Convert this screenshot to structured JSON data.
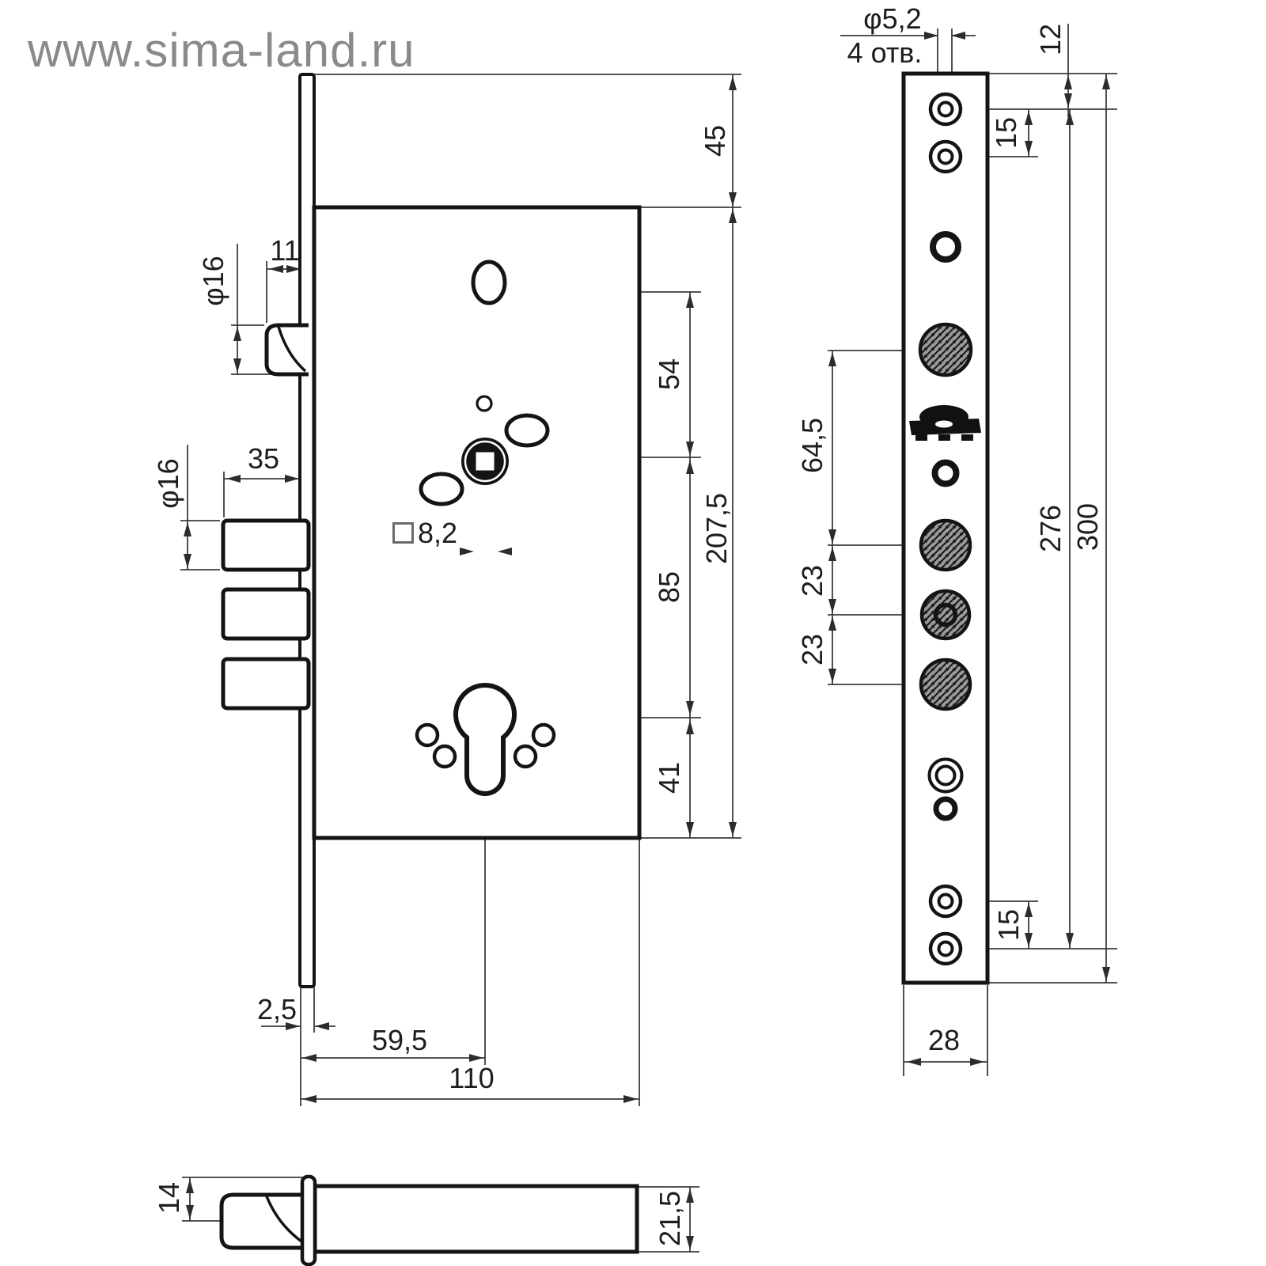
{
  "watermark": "www.sima-land.ru",
  "drawing_title": "mortise-lock-technical-drawing",
  "dimensions": {
    "plate_top_height": "45",
    "body_height": "207,5",
    "seg_latch_to_follower": "54",
    "seg_follower_to_cylinder": "85",
    "seg_cylinder_to_bottom": "41",
    "latch_protrusion": "11",
    "latch_diameter": "φ16",
    "bolt_throw": "35",
    "bolt_diameter": "φ16",
    "follower_square": "8,2",
    "plate_thickness": "2,5",
    "backset": "59,5",
    "body_depth": "110",
    "screw_hole_diameter": "φ5,2",
    "screw_hole_count": "4 отв.",
    "top_hole_offset": "12",
    "screw_spacing_top": "15",
    "latch_to_bolt_spacing": "64,5",
    "bolt_spacing_upper": "23",
    "bolt_spacing_lower": "23",
    "screw_span": "276",
    "plate_length": "300",
    "screw_spacing_bottom": "15",
    "plate_width": "28",
    "latch_head_height": "14",
    "latch_stem_height": "21,5"
  }
}
